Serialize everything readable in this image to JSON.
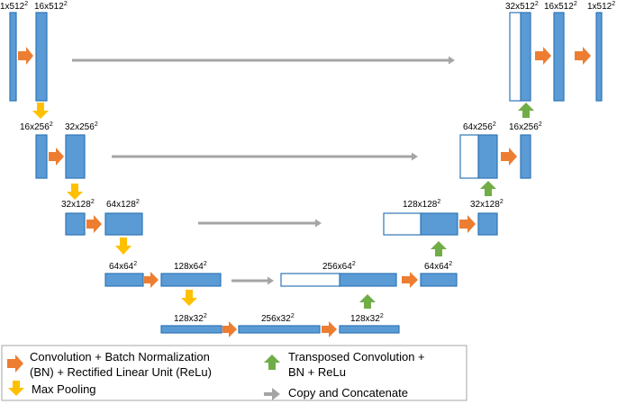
{
  "colors": {
    "block": "#5b9bd5",
    "block_stroke": "#2e75b6",
    "empty_fill": "#ffffff",
    "conv_arrow": "#ed7d31",
    "pool_arrow": "#ffc000",
    "up_arrow": "#70ad47",
    "copy_arrow": "#a5a5a5"
  },
  "labels": {
    "l1": "1x512",
    "l2": "16x512",
    "l3": "16x256",
    "l4": "32x256",
    "l5": "32x128",
    "l6": "64x128",
    "l7": "64x64",
    "l8": "128x64",
    "l9": "128x32",
    "l10": "256x32",
    "l11": "128x32",
    "l12": "256x64",
    "l13": "64x64",
    "l14": "128x128",
    "l15": "32x128",
    "l16": "64x256",
    "l17": "16x256",
    "l18": "32x512",
    "l19": "16x512",
    "l20": "1x512",
    "exp": "2"
  },
  "legend": {
    "conv_line1": "Convolution + Batch Normalization",
    "conv_line2": "(BN) + Rectified Linear Unit (ReLu)",
    "pool": "Max Pooling",
    "up_line1": "Transposed Convolution +",
    "up_line2": "BN + ReLu",
    "copy": "Copy and Concatenate"
  }
}
